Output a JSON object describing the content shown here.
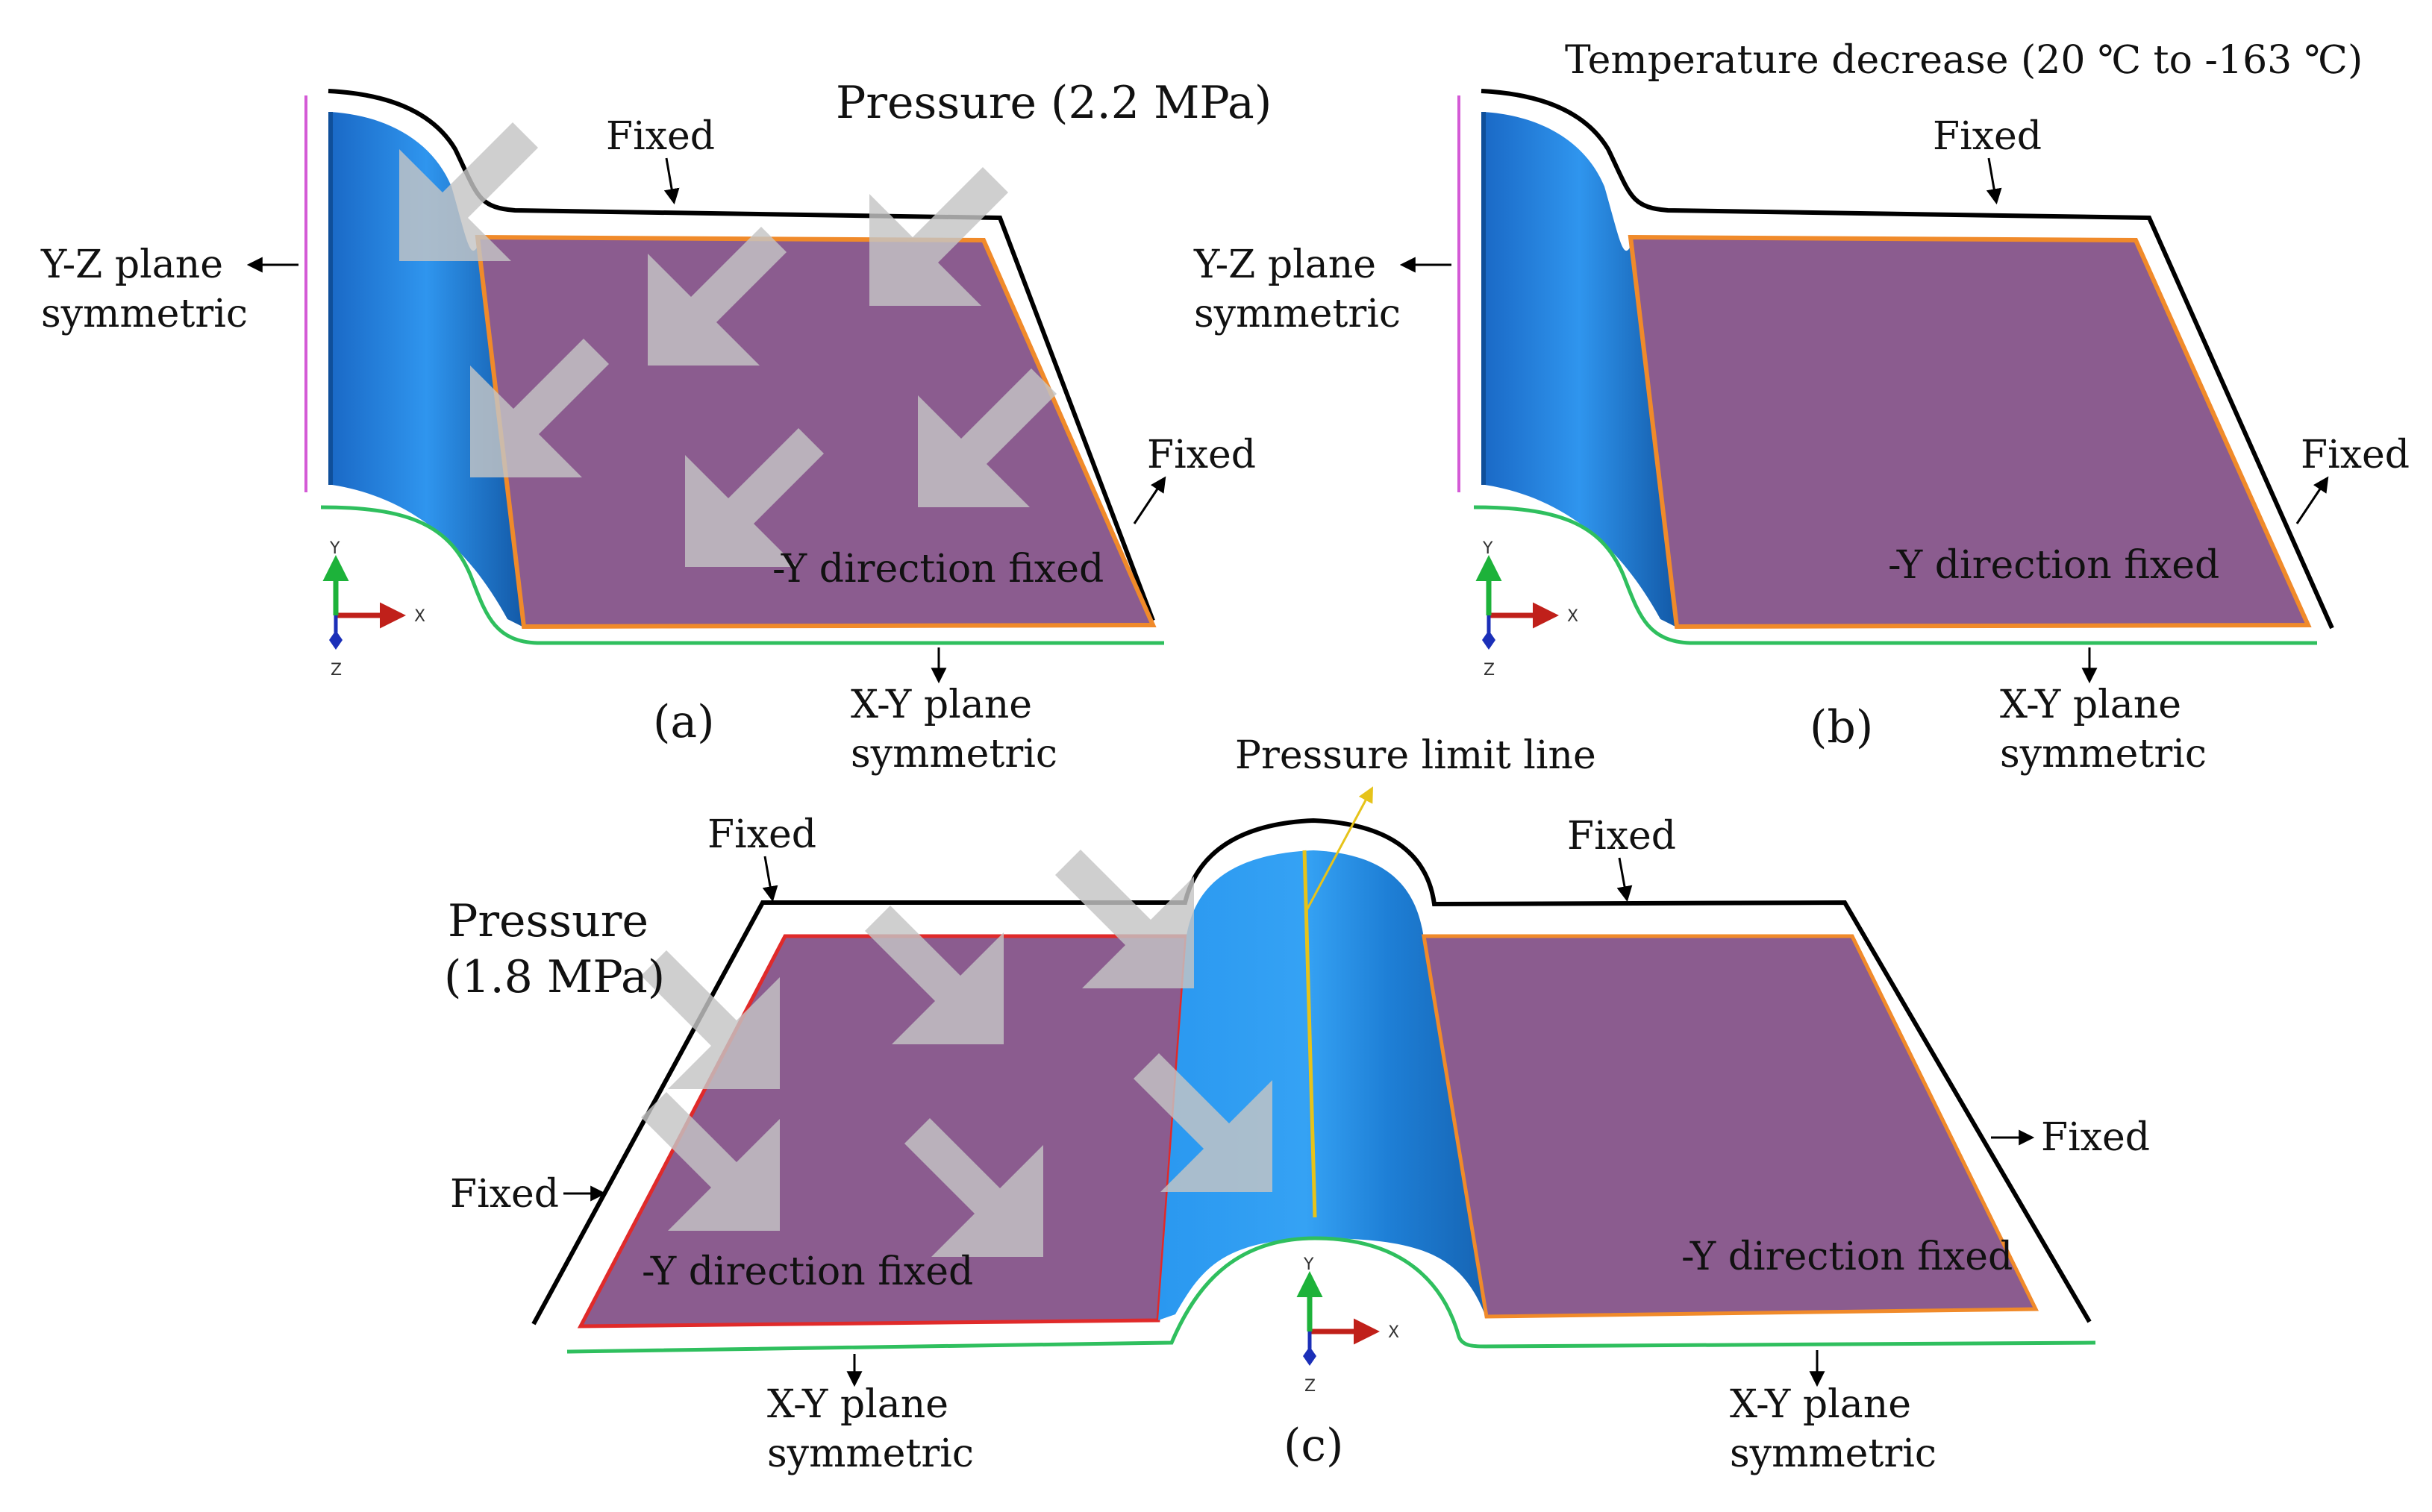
{
  "colors": {
    "plate": "#8b5c8f",
    "corrugation": "#2c8be3",
    "corrugation_dark": "#1760b0",
    "orange_edge": "#f08a2a",
    "red_edge": "#e02a2a",
    "green_sym": "#2fbf5e",
    "magenta_sym": "#d45ad6",
    "yellow_line": "#e6c31a",
    "arrow": "#c8c8c8"
  },
  "panel_a": {
    "caption": "(a)",
    "pressure": "Pressure (2.2 MPa)",
    "fixed_top": "Fixed",
    "fixed_right": "Fixed",
    "yz_line1": "Y-Z plane",
    "yz_line2": "symmetric",
    "y_dir_fixed": "-Y direction fixed",
    "xy_line1": "X-Y plane",
    "xy_line2": "symmetric"
  },
  "panel_b": {
    "caption": "(b)",
    "temperature": "Temperature decrease (20 ℃ to -163 ℃)",
    "fixed_top": "Fixed",
    "fixed_right": "Fixed",
    "yz_line1": "Y-Z plane",
    "yz_line2": "symmetric",
    "y_dir_fixed": "-Y direction fixed",
    "xy_line1": "X-Y plane",
    "xy_line2": "symmetric"
  },
  "panel_c": {
    "caption": "(c)",
    "pressure_line1": "Pressure",
    "pressure_line2": "(1.8 MPa)",
    "pressure_limit": "Pressure limit line",
    "fixed_top_left": "Fixed",
    "fixed_top_right": "Fixed",
    "fixed_left": "Fixed",
    "fixed_right": "Fixed",
    "y_dir_fixed_left": "-Y direction fixed",
    "y_dir_fixed_right": "-Y direction fixed",
    "xy_left_line1": "X-Y plane",
    "xy_left_line2": "symmetric",
    "xy_right_line1": "X-Y plane",
    "xy_right_line2": "symmetric"
  },
  "triad": {
    "x": "X",
    "y": "Y",
    "z": "Z"
  }
}
